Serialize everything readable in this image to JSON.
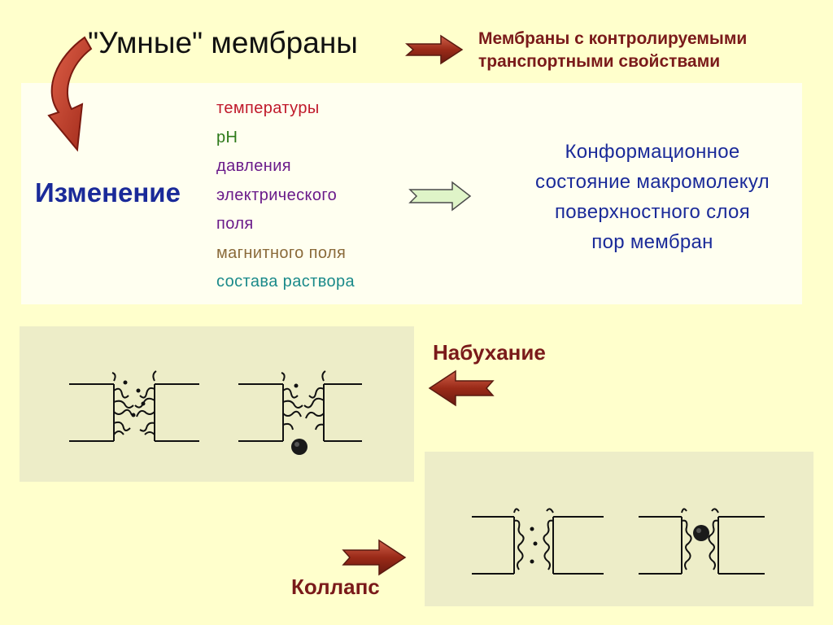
{
  "title": "\"Умные\" мембраны",
  "subtitle_right": {
    "line1": "Мембраны с контролируемыми",
    "line2": "транспортными свойствами"
  },
  "change_label": "Изменение",
  "factors": [
    {
      "text": "температуры",
      "color": "#c0192a"
    },
    {
      "text": "pH",
      "color": "#2e7a1a"
    },
    {
      "text": "давления",
      "color": "#6a1a8a"
    },
    {
      "text": "электрического",
      "color": "#6a1a8a"
    },
    {
      "text": "поля",
      "color": "#6a1a8a"
    },
    {
      "text": "магнитного поля",
      "color": "#8a6a3a"
    },
    {
      "text": "состава раствора",
      "color": "#1a8a8a"
    }
  ],
  "result": {
    "line1": "Конформационное",
    "line2": "состояние макромолекул",
    "line3": "поверхностного слоя",
    "line4": "пор мембран"
  },
  "swelling_label": "Набухание",
  "collapse_label": "Коллапс",
  "colors": {
    "arrow_brown": "#a0301e",
    "arrow_green": "#dff4c8",
    "background": "#ffffcc"
  }
}
